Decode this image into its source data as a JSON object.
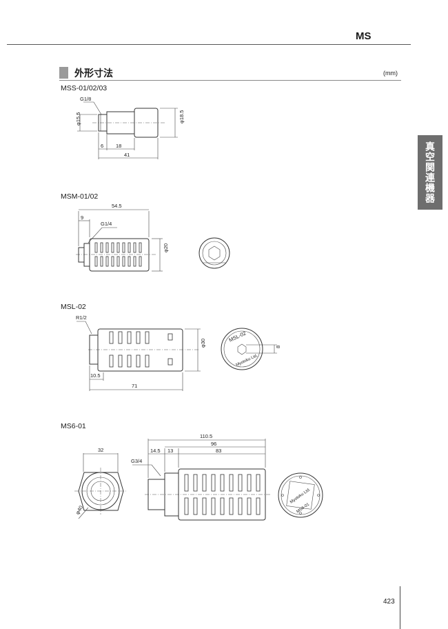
{
  "header": {
    "series_code": "MS"
  },
  "section": {
    "title": "外形寸法",
    "unit": "(mm)"
  },
  "side_tab": {
    "label": "真空関連機器"
  },
  "page": {
    "number": "423"
  },
  "drawings": {
    "mss": {
      "model": "MSS-01/02/03",
      "thread": "G1/8",
      "dim_dia_left": "φ15.5",
      "dim_dia_right": "φ18.5",
      "dim_a": "6",
      "dim_b": "18",
      "dim_total": "41"
    },
    "msm": {
      "model": "MSM-01/02",
      "dim_total": "54.5",
      "dim_a": "9",
      "thread": "G1/4",
      "dim_dia": "φ20"
    },
    "msl": {
      "model": "MSL-02",
      "thread": "R1/2",
      "dim_dia": "φ30",
      "dim_a": "10.5",
      "dim_total": "71",
      "dim_hex": "8",
      "end_marking": "MSL-02",
      "end_brand": "Myotoku Ltd."
    },
    "ms6": {
      "model": "MS6-01",
      "dim_end": "32",
      "dim_dia": "φ40",
      "thread": "G3/4",
      "dim_total": "110.5",
      "dim_b": "96",
      "dim_a": "14.5",
      "dim_c": "13",
      "dim_d": "83",
      "end_brand": "Myotoku Ltd.",
      "end_marking": "MS6-01"
    }
  }
}
